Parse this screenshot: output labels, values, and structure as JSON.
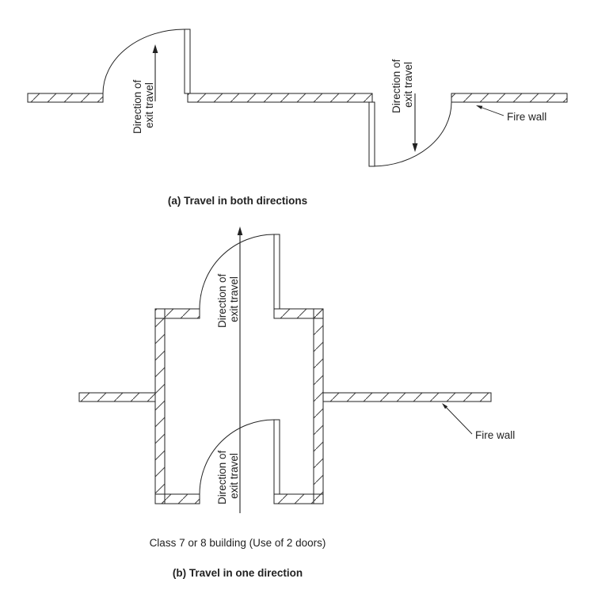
{
  "colors": {
    "line": "#222222",
    "hatch": "#444444",
    "background": "#ffffff"
  },
  "diagram_a": {
    "caption": "(a) Travel in both directions",
    "left_direction_label": {
      "line1": "Direction of",
      "line2": "exit travel"
    },
    "right_direction_label": {
      "line1": "Direction of",
      "line2": "exit travel"
    },
    "fire_wall_label": "Fire wall"
  },
  "diagram_b": {
    "upper_direction_label": {
      "line1": "Direction of",
      "line2": "exit travel"
    },
    "lower_direction_label": {
      "line1": "Direction of",
      "line2": "exit travel"
    },
    "fire_wall_label": "Fire wall",
    "note": "Class 7 or 8 building (Use of 2 doors)",
    "caption": "(b) Travel in one direction"
  }
}
